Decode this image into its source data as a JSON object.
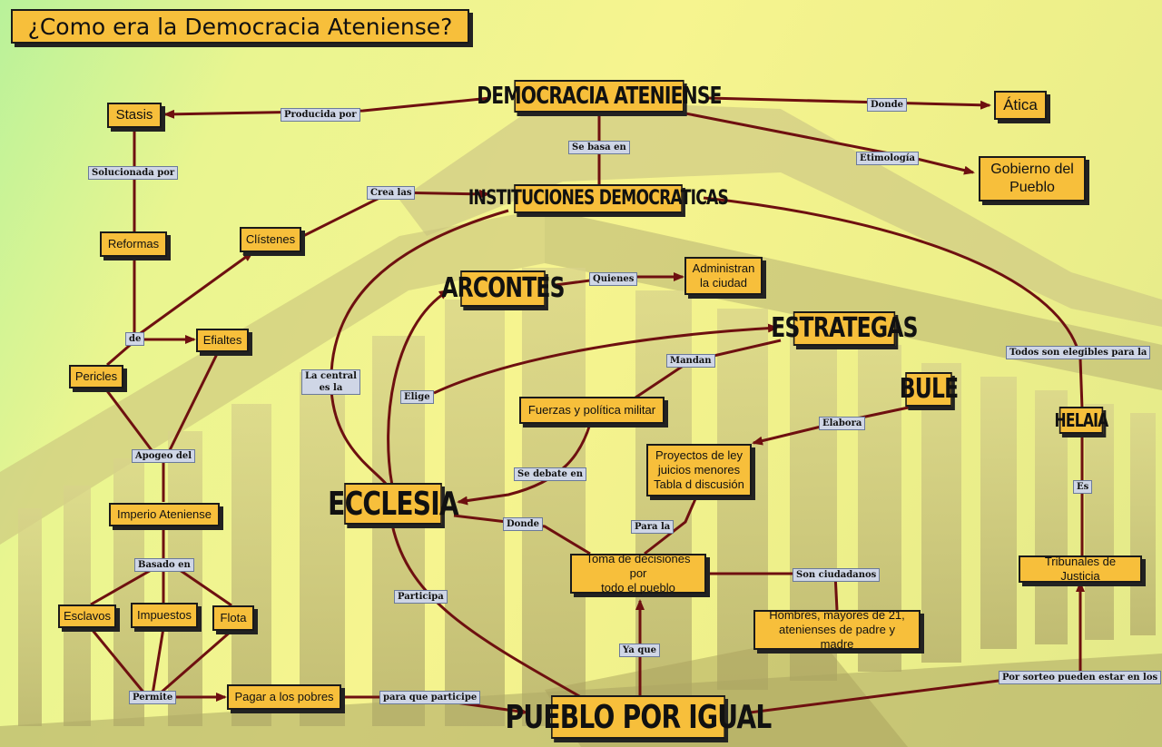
{
  "title": "¿Como era la Democracia Ateniense?",
  "nodes": {
    "democracia": "DEMOCRACIA ATENIENSE",
    "stasis": "Stasis",
    "atica": "Ática",
    "gobierno_line1": "Gobierno del",
    "gobierno_line2": "Pueblo",
    "instituciones": "INSTITUCIONES DEMOCRATICAS",
    "reformas": "Reformas",
    "clistenes": "Clístenes",
    "arcontes": "ARCONTES",
    "administran_line1": "Administran",
    "administran_line2": "la ciudad",
    "estrategas": "ESTRATEGAS",
    "efialtes": "Efialtes",
    "pericles": "Pericles",
    "bule": "BULE",
    "fuerzas": "Fuerzas y política militar",
    "helaia": "HELAIA",
    "proyectos_line1": "Proyectos de ley",
    "proyectos_line2": "juicios menores",
    "proyectos_line3": "Tabla d discusión",
    "ecclesia": "ECCLESIA",
    "imperio": "Imperio Ateniense",
    "toma_line1": "Toma de decisiones por",
    "toma_line2": "todo el pueblo",
    "tribunales": "Tribunales de Justicia",
    "esclavos": "Esclavos",
    "impuestos": "Impuestos",
    "flota": "Flota",
    "hombres_line1": "Hombres, mayores de 21,",
    "hombres_line2": "atenienses de padre y madre",
    "pagar": "Pagar a los pobres",
    "pueblo": "PUEBLO POR IGUAL"
  },
  "labels": {
    "producida_por": "Producida por",
    "donde1": "Donde",
    "se_basa_en": "Se basa en",
    "etimologia": "Etimología",
    "solucionada_por": "Solucionada por",
    "crea_las": "Crea las",
    "quienes": "Quienes",
    "de": "de",
    "todos_elegibles": "Todos son elegibles para la",
    "la_central_line1": "La central",
    "la_central_line2": "es la",
    "mandan": "Mandan",
    "elige": "Elige",
    "elabora": "Elabora",
    "apogeo_del": "Apogeo del",
    "se_debate_en": "Se debate en",
    "es": "Es",
    "donde2": "Donde",
    "para_la": "Para la",
    "basado_en": "Basado en",
    "son_ciudadanos": "Son ciudadanos",
    "participa": "Participa",
    "ya_que": "Ya que",
    "por_sorteo": "Por sorteo pueden estar en los",
    "permite": "Permite",
    "para_que_participe": "para que participe"
  },
  "colors": {
    "node_fill": "#f7bf3b",
    "link": "#6e1010",
    "label_fill": "#cfd6e6"
  }
}
